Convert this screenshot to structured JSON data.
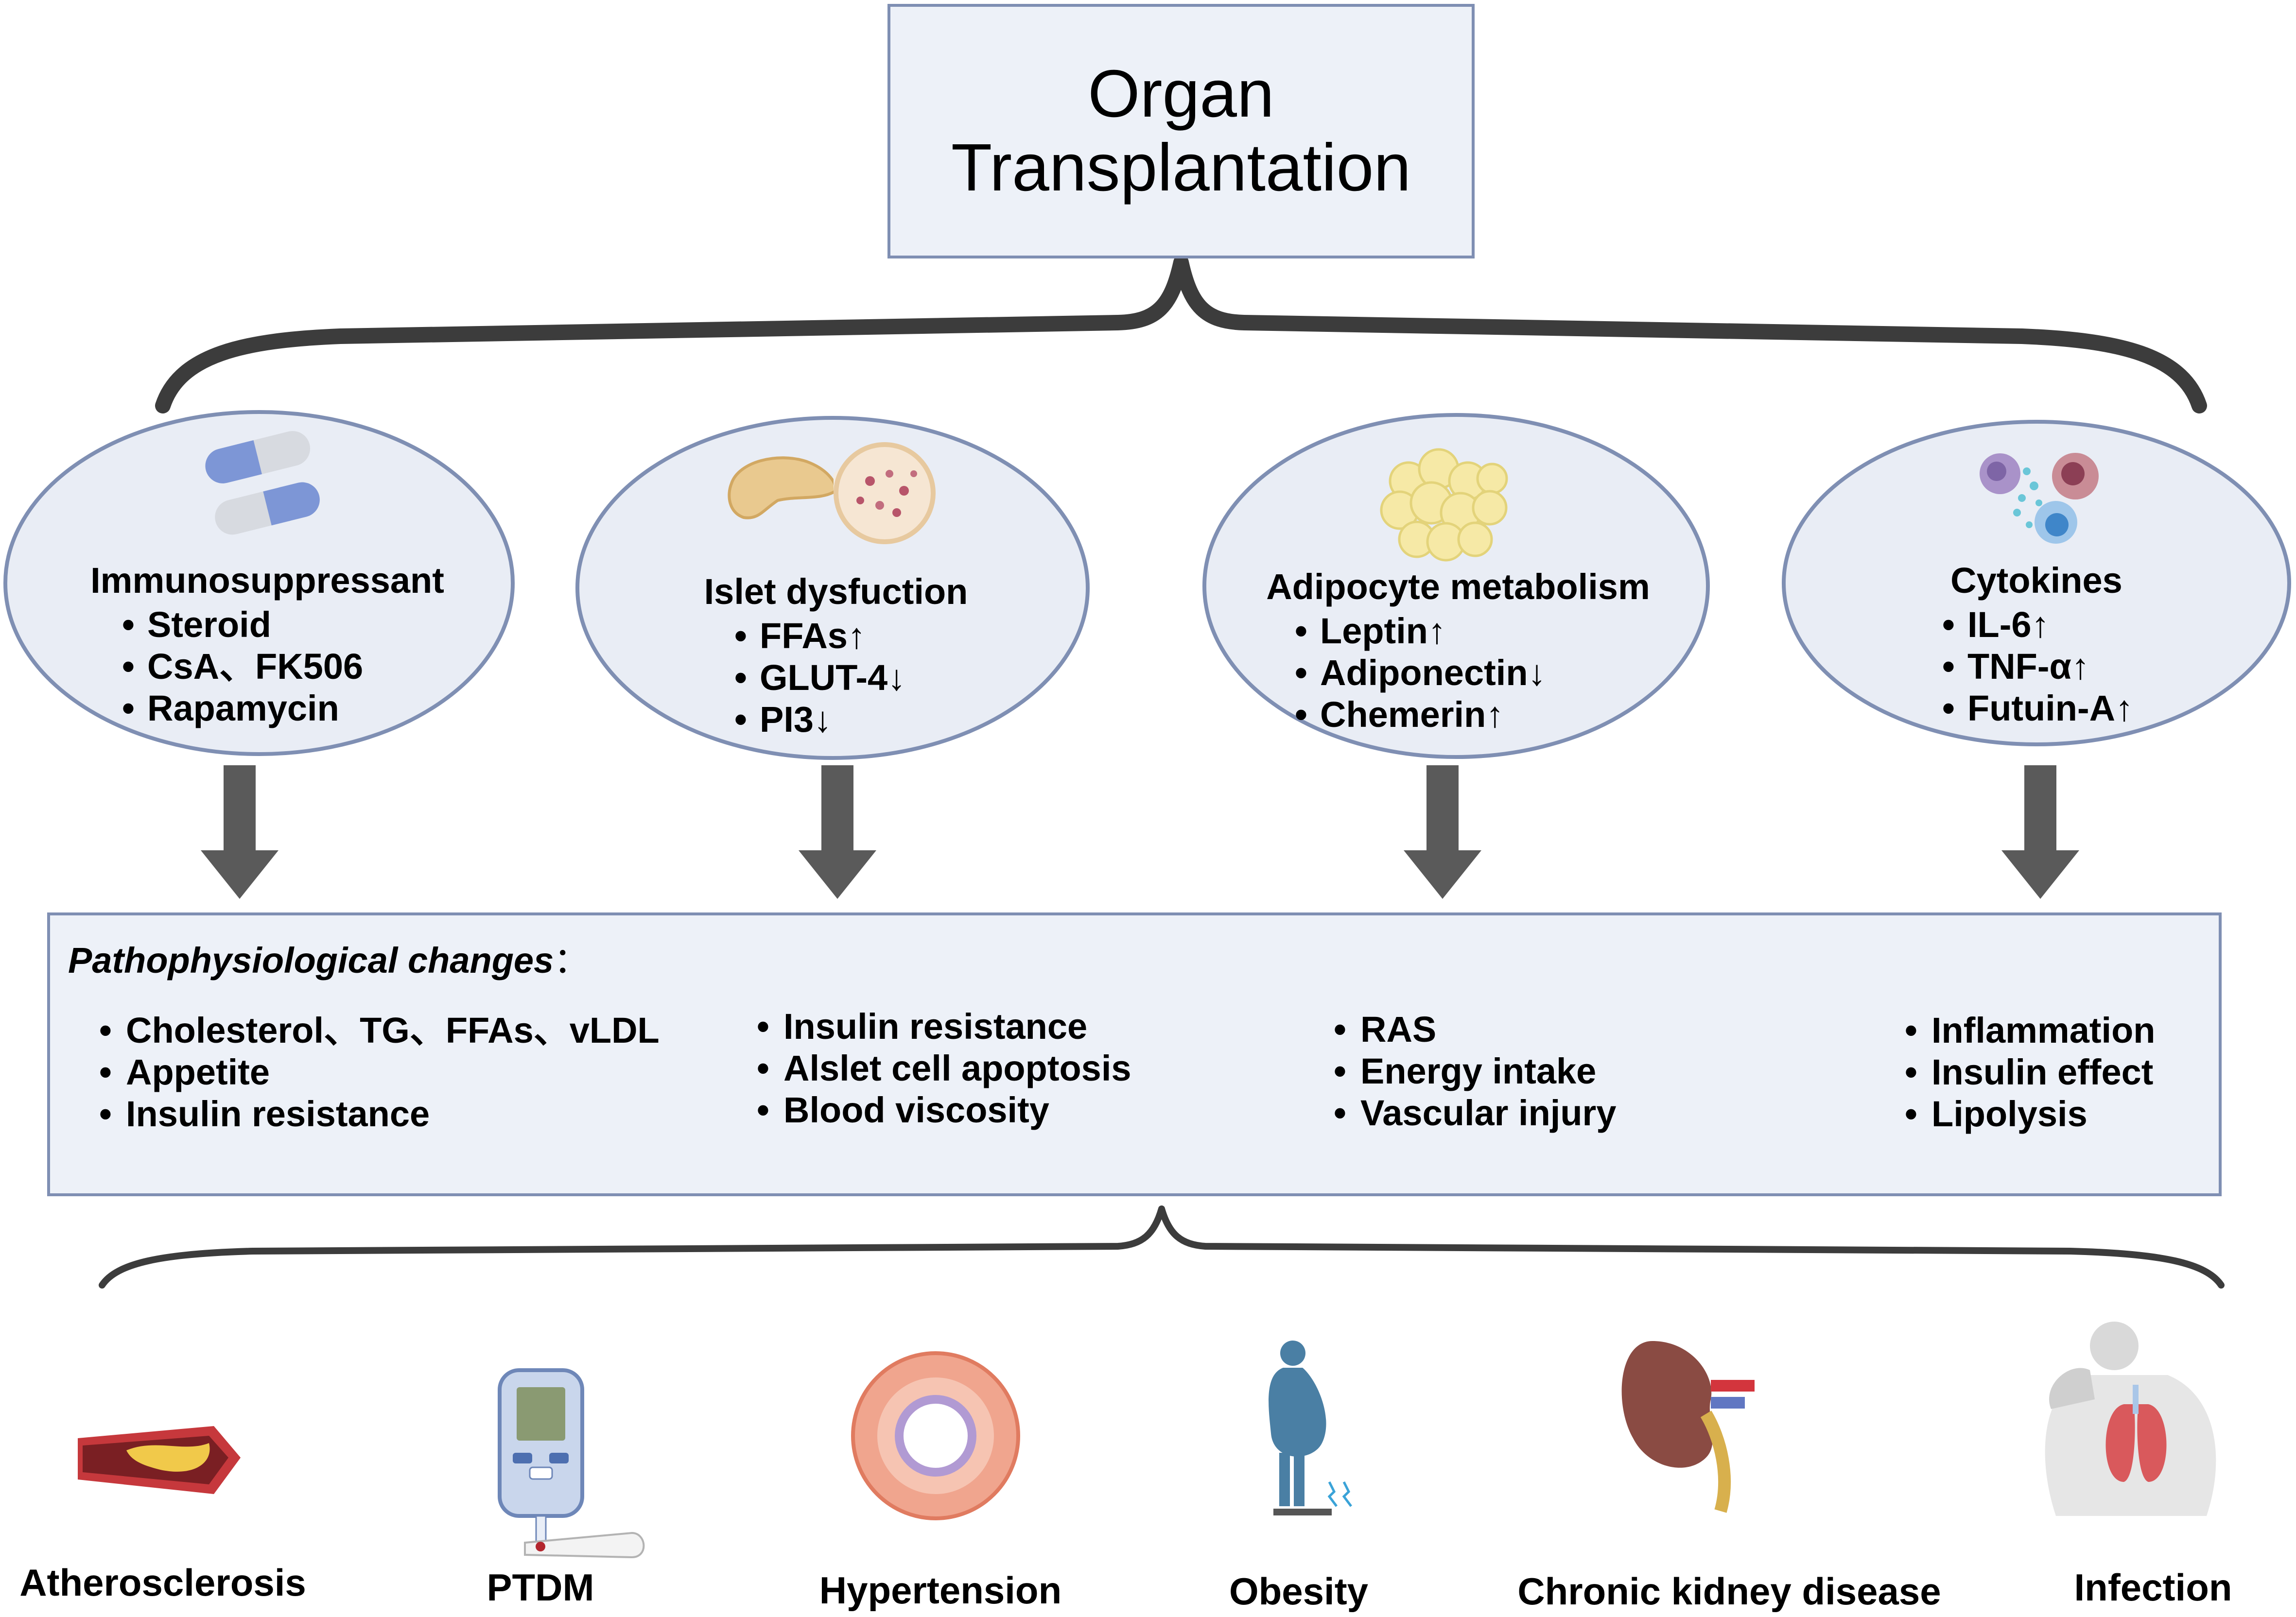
{
  "title": {
    "line1": "Organ",
    "line2": "Transplantation"
  },
  "factors": [
    {
      "heading": "Immunosuppressant",
      "items": [
        "Steroid",
        "CsA、FK506",
        "Rapamycin"
      ],
      "icon": "pill-capsules-icon"
    },
    {
      "heading": "Islet dysfuction",
      "items": [
        "FFAs↑",
        "GLUT-4↓",
        "PI3↓"
      ],
      "icon": "pancreas-islet-icon"
    },
    {
      "heading": "Adipocyte metabolism",
      "items": [
        "Leptin↑",
        "Adiponectin↓",
        "Chemerin↑"
      ],
      "icon": "adipocyte-cluster-icon"
    },
    {
      "heading": "Cytokines",
      "items": [
        "IL-6↑",
        "TNF-α↑",
        "Futuin-A↑"
      ],
      "icon": "immune-cells-icon"
    }
  ],
  "pathophysiology": {
    "title": "Pathophysiological changes",
    "title_suffix": "：",
    "columns": [
      [
        "Cholesterol、TG、FFAs、vLDL",
        "Appetite",
        "Insulin resistance"
      ],
      [
        "Insulin resistance",
        "Alslet cell apoptosis",
        "Blood viscosity"
      ],
      [
        "RAS",
        "Energy intake",
        "Vascular injury"
      ],
      [
        "Inflammation",
        "Insulin effect",
        "Lipolysis"
      ]
    ]
  },
  "outcomes": [
    {
      "label": "Atherosclerosis",
      "icon": "artery-plaque-icon"
    },
    {
      "label": "PTDM",
      "icon": "glucometer-icon"
    },
    {
      "label": "Hypertension",
      "icon": "vessel-cross-section-icon"
    },
    {
      "label": "Obesity",
      "icon": "obese-person-scale-icon"
    },
    {
      "label": "Chronic kidney disease",
      "icon": "kidney-icon"
    },
    {
      "label": "Infection",
      "icon": "coughing-person-lungs-icon"
    }
  ],
  "colors": {
    "box_fill": "#edf1f8",
    "box_border": "#7f8fb3",
    "oval_fill": "#e9edf5",
    "oval_border": "#7f8fb3",
    "arrow": "#5a5a5a",
    "brace": "#3c3c3c"
  }
}
